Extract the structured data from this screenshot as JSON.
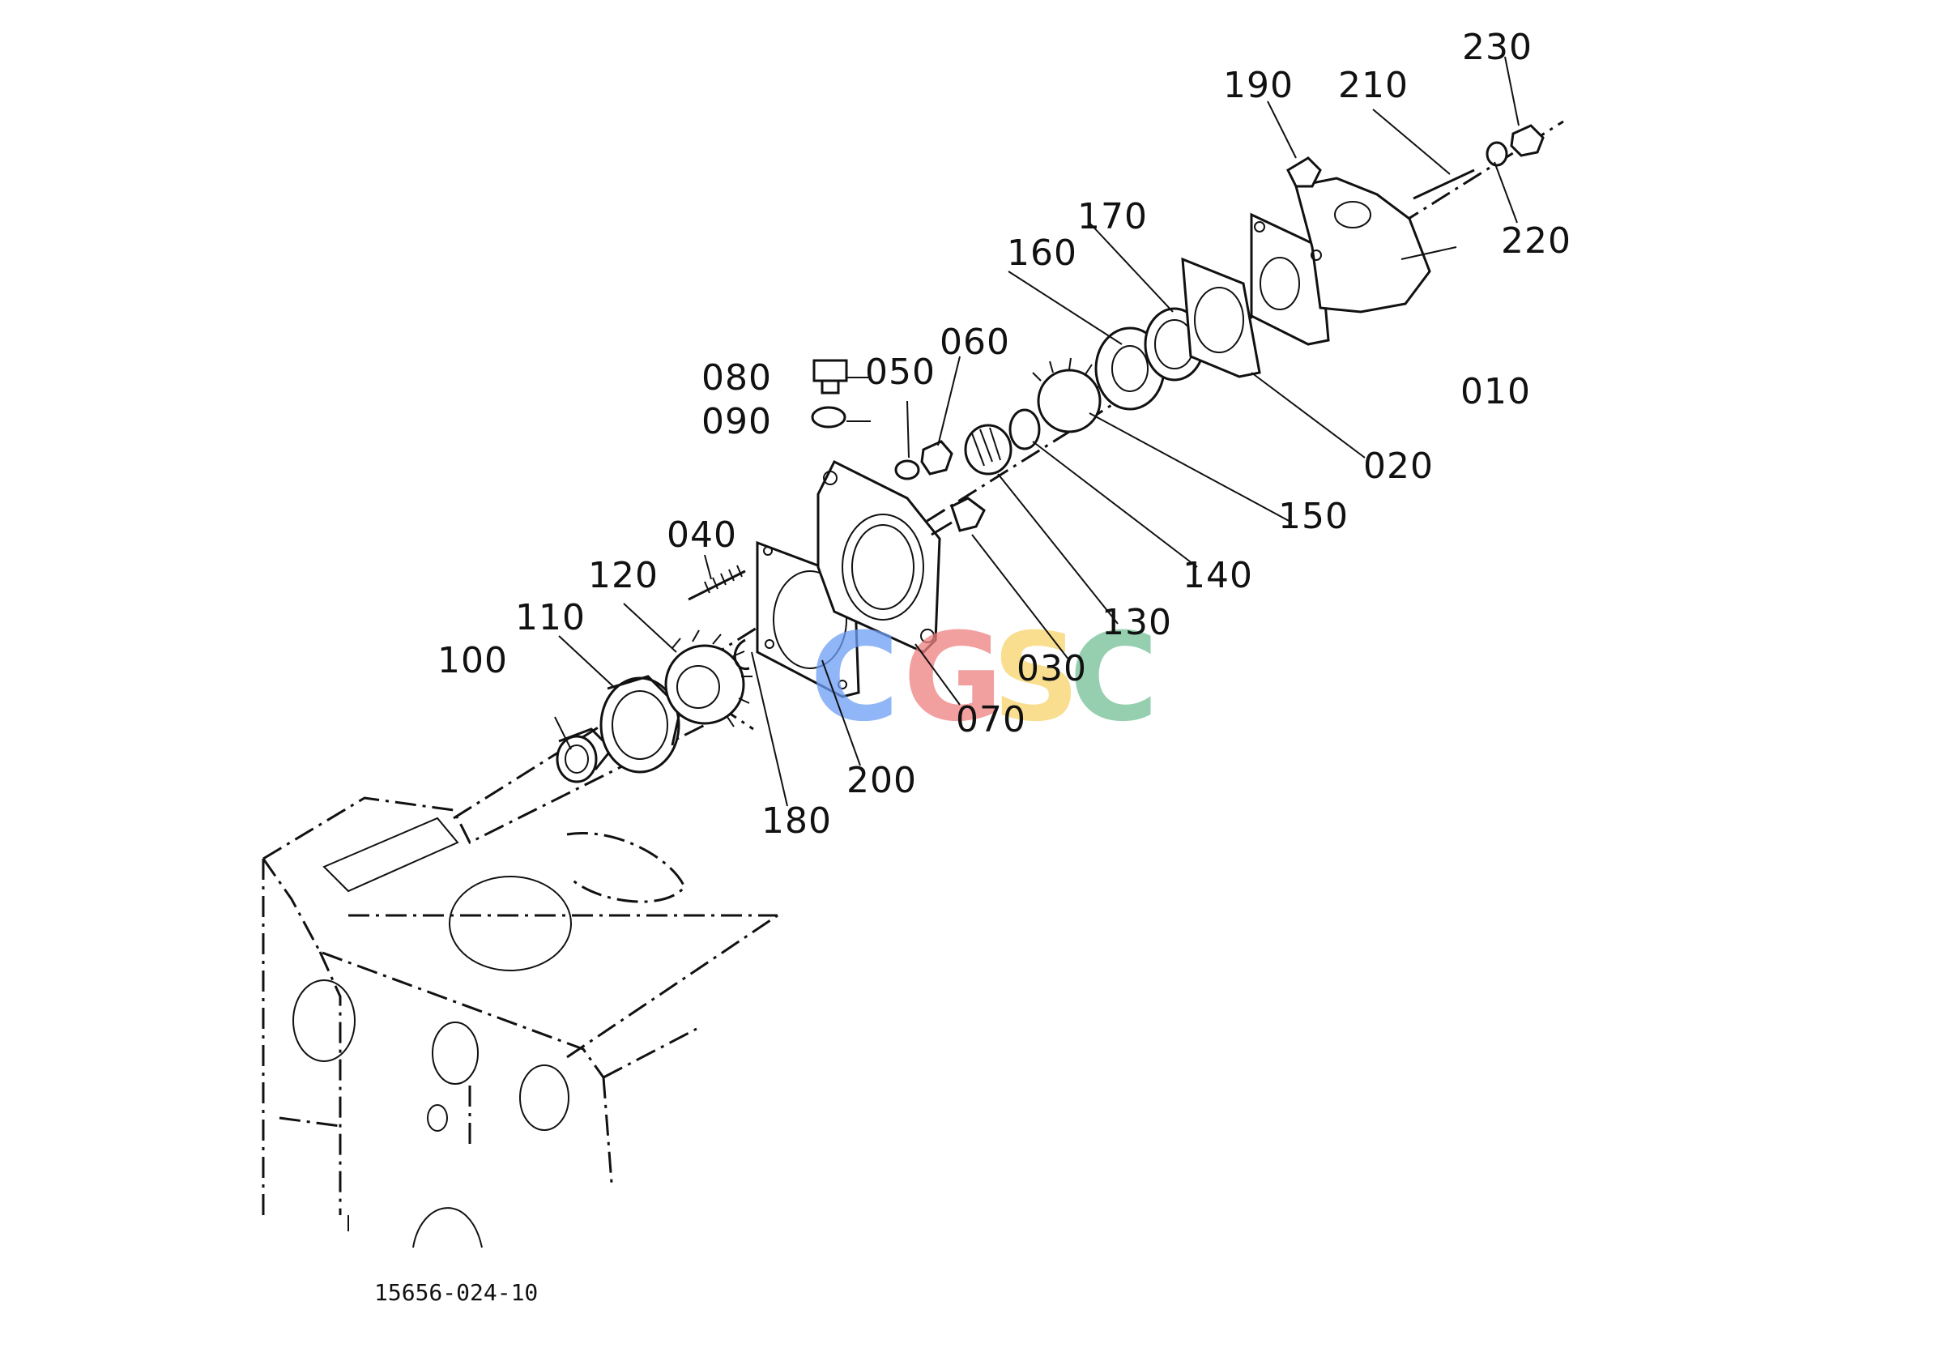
{
  "diagram": {
    "drawing_number": "15656-024-10",
    "watermark": {
      "letters": [
        "C",
        "G",
        "S",
        "C"
      ],
      "colors": [
        "#6d9ef5",
        "#ee8080",
        "#f7d36b",
        "#72bf96"
      ]
    },
    "labels": {
      "p010": "010",
      "p020": "020",
      "p030": "030",
      "p040": "040",
      "p050": "050",
      "p060": "060",
      "p070": "070",
      "p080": "080",
      "p090": "090",
      "p100": "100",
      "p110": "110",
      "p120": "120",
      "p130": "130",
      "p140": "140",
      "p150": "150",
      "p160": "160",
      "p170": "170",
      "p180": "180",
      "p190": "190",
      "p200": "200",
      "p210": "210",
      "p220": "220",
      "p230": "230"
    }
  }
}
